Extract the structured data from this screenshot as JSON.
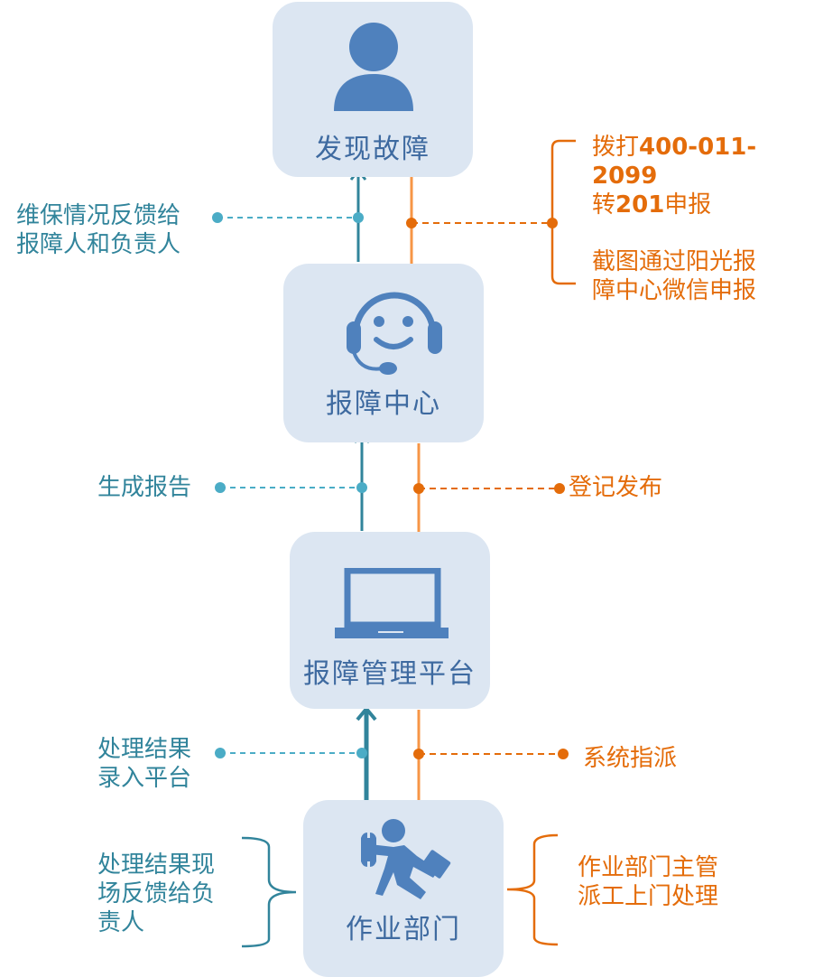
{
  "colors": {
    "node_bg": "#dce6f2",
    "icon_blue": "#4f81bd",
    "label_blue": "#3e6aa0",
    "teal_line": "#31849b",
    "teal_dot": "#4bacc6",
    "orange_line": "#f79646",
    "orange_text": "#e46c0a"
  },
  "nodes": [
    {
      "id": "discover",
      "label": "发现故障",
      "icon": "person-icon"
    },
    {
      "id": "report-center",
      "label": "报障中心",
      "icon": "headset-smiley-icon"
    },
    {
      "id": "platform",
      "label": "报障管理平台",
      "icon": "laptop-icon"
    },
    {
      "id": "operations",
      "label": "作业部门",
      "icon": "repair-worker-icon"
    }
  ],
  "left_annotations": [
    {
      "lines": [
        "维保情况反馈给",
        "报障人和负责人"
      ]
    },
    {
      "lines": [
        "生成报告"
      ]
    },
    {
      "lines": [
        "处理结果",
        "录入平台"
      ]
    },
    {
      "lines": [
        "处理结果现",
        "场反馈给负",
        "责人"
      ]
    }
  ],
  "right_annotations": {
    "report_methods": [
      {
        "prefix": "拨打",
        "number": "400-011-2099",
        "line2_prefix": "转",
        "line2_number": "201",
        "line2_suffix": "申报"
      },
      {
        "lines": [
          "截图通过阳光报",
          "障中心微信申报"
        ]
      }
    ],
    "register": "登记发布",
    "dispatch": "系统指派",
    "supervisor": [
      "作业部门主管",
      "派工上门处理"
    ]
  }
}
